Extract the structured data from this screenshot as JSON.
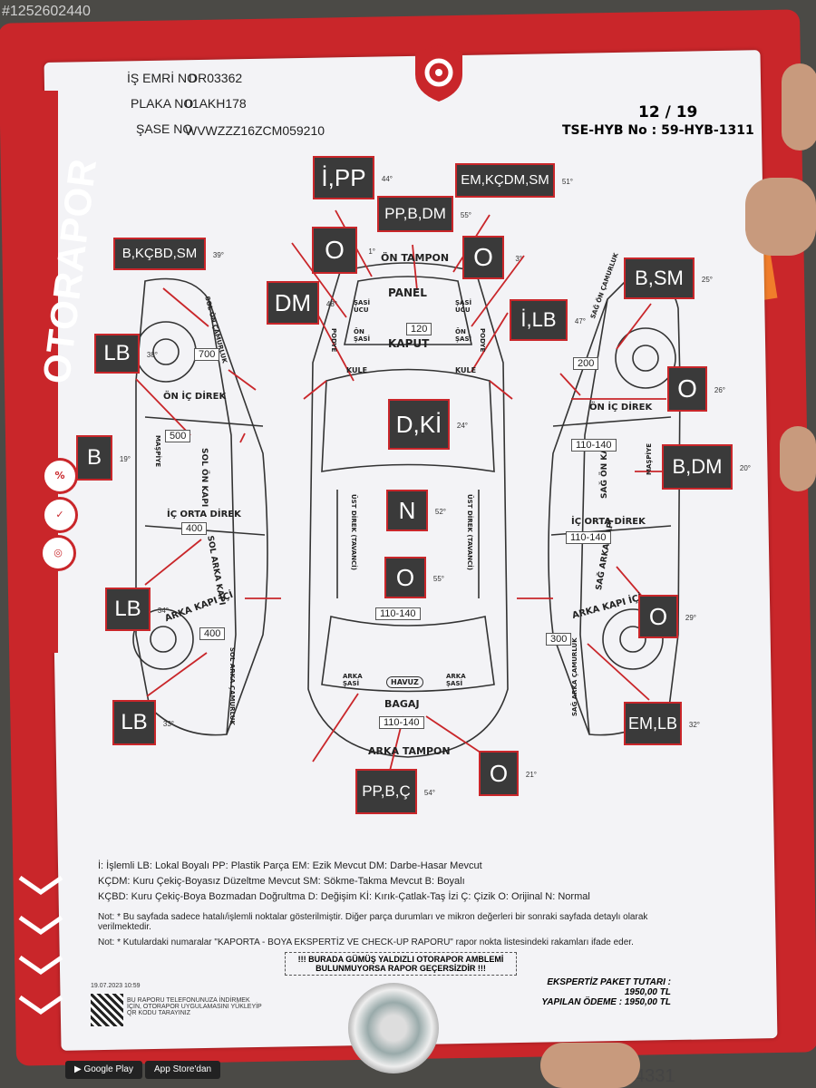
{
  "watermark_id": "#1252602440",
  "header": {
    "is_emri_label": "İŞ EMRİ NO",
    "is_emri_value": "DR03362",
    "plaka_label": "PLAKA NO",
    "plaka_value": "01AKH178",
    "sase_label": "ŞASE NO",
    "sase_value": "WVWZZZ16ZCM059210",
    "page": "12 / 19",
    "tse": "TSE-HYB No : 59-HYB-1311"
  },
  "brand": "OTORAPOR",
  "top_view_labels": {
    "on_tampon": "ÖN TAMPON",
    "panel": "PANEL",
    "kaput": "KAPUT",
    "kule_left": "KULE",
    "kule_right": "KULE",
    "ust_direk_left": "ÜST DİREK (TAVANCİ)",
    "ust_direk_right": "ÜST DİREK (TAVANCİ)",
    "havuz": "HAVUZ",
    "bagaj": "BAGAJ",
    "arka_tampon": "ARKA TAMPON",
    "arka_sasi_left": "ARKA ŞASİ",
    "arka_sasi_right": "ARKA ŞASİ",
    "sasi_ucu_left": "ŞASİ UCU",
    "sasi_ucu_right": "ŞASİ UCU",
    "on_sasi_left": "ÖN ŞASİ",
    "on_sasi_right": "ÖN ŞASİ",
    "podye_left": "PODYE",
    "podye_right": "PODYE"
  },
  "left_view_labels": {
    "sol_on_camurluk": "SOL ÖN ÇAMURLUK",
    "on_ic_direk": "ÖN İÇ DİREK",
    "sol_on_kapi": "SOL ÖN KAPI",
    "maspiye": "MAŞPİYE",
    "ic_orta_direk": "İÇ ORTA DİREK",
    "sol_arka_kapi": "SOL ARKA KAPI",
    "arka_kapi_ici": "ARKA KAPI İÇİ",
    "sol_arka_camurluk": "SOL ARKA ÇAMURLUK"
  },
  "right_view_labels": {
    "sag_on_camurluk": "SAĞ ÖN ÇAMURLUK",
    "on_ic_direk": "ÖN İÇ DİREK",
    "sag_on_kapi": "SAĞ ÖN KAPI",
    "maspiye": "MAŞPİYE",
    "ic_orta_direk": "İÇ ORTA DİREK",
    "sag_arka_kapi": "SAĞ ARKA KAPI",
    "arka_kapi_ici": "ARKA KAPI İÇİ",
    "sag_arka_camurluk": "SAĞ ARKA ÇAMURLUK"
  },
  "boxes": [
    {
      "code": "İ,PP",
      "deg": "44°"
    },
    {
      "code": "EM,KÇDM,SM",
      "deg": "51°"
    },
    {
      "code": "PP,B,DM",
      "deg": "55°"
    },
    {
      "code": "O",
      "deg": "1°"
    },
    {
      "code": "O",
      "deg": "3°"
    },
    {
      "code": "B,KÇBD,SM",
      "deg": "39°"
    },
    {
      "code": "B,SM",
      "deg": "25°"
    },
    {
      "code": "DM",
      "deg": "48°"
    },
    {
      "code": "İ,LB",
      "deg": "47°"
    },
    {
      "code": "LB",
      "deg": "38°"
    },
    {
      "code": "O",
      "deg": "26°"
    },
    {
      "code": "D,Kİ",
      "deg": "24°"
    },
    {
      "code": "B",
      "deg": "19°"
    },
    {
      "code": "B,DM",
      "deg": "20°"
    },
    {
      "code": "N",
      "deg": "52°"
    },
    {
      "code": "O",
      "deg": "55°"
    },
    {
      "code": "LB",
      "deg": "34°"
    },
    {
      "code": "O",
      "deg": "29°"
    },
    {
      "code": "LB",
      "deg": "33°"
    },
    {
      "code": "EM,LB",
      "deg": "32°"
    },
    {
      "code": "O",
      "deg": "21°"
    },
    {
      "code": "PP,B,Ç",
      "deg": "54°"
    }
  ],
  "microns": [
    "120",
    "700",
    "500",
    "400",
    "400",
    "200",
    "110-140",
    "110-140",
    "300",
    "110-140",
    "110-140"
  ],
  "legend": [
    "İ: İşlemli LB: Lokal Boyalı PP: Plastik Parça EM: Ezik Mevcut DM: Darbe-Hasar Mevcut",
    "KÇDM: Kuru Çekiç-Boyasız Düzeltme Mevcut SM: Sökme-Takma Mevcut B: Boyalı",
    "KÇBD: Kuru Çekiç-Boya Bozmadan Doğrultma D: Değişim Kİ: Kırık-Çatlak-Taş İzi Ç: Çizik O: Orijinal N: Normal"
  ],
  "note1": "Not: * Bu sayfada sadece hatalı/işlemli noktalar gösterilmiştir. Diğer parça durumları ve mikron değerleri bir sonraki sayfada detaylı olarak verilmektedir.",
  "note2": "Not: * Kutulardaki numaralar \"KAPORTA - BOYA EKSPERTİZ VE CHECK-UP RAPORU\" rapor nokta listesindeki rakamları ifade eder.",
  "warning": "!!! BURADA GÜMÜŞ YALDIZLI OTORAPOR AMBLEMİ BULUNMUYORSA RAPOR GEÇERSİZDİR !!!",
  "fees": {
    "paket": "EKSPERTİZ PAKET TUTARI : 1950,00 TL",
    "odeme": "YAPILAN ÖDEME : 1950,00 TL"
  },
  "date": "19.07.2023 10:59",
  "app_text": "BU RAPORU TELEFONUNUZA İNDİRMEK İÇİN, OTORAPOR UYGULAMASINI YÜKLEYİP QR KODU TARAYINIZ",
  "stores": {
    "google": "Google Play",
    "apple": "App Store'dan"
  },
  "serial": "4331",
  "colors": {
    "frame": "#c9262a",
    "box": "#3a3a3a",
    "paper": "#f3f3f6",
    "accent": "#f07d2b"
  }
}
